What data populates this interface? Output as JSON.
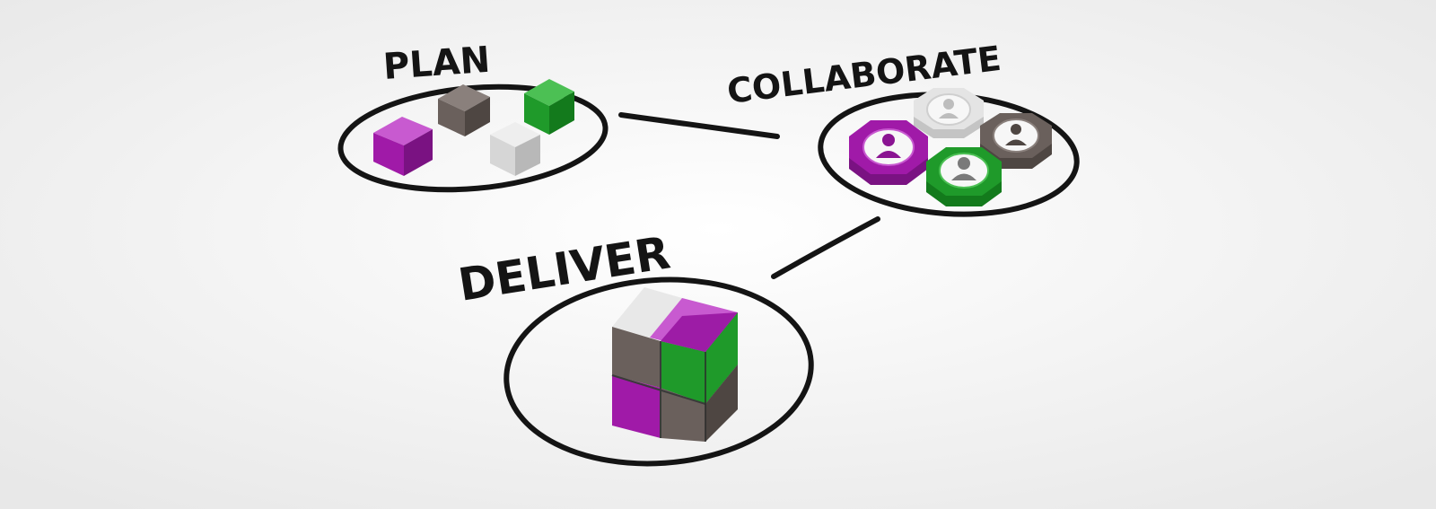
{
  "labels": {
    "plan": "PLAN",
    "collaborate": "COLLABORATE",
    "deliver": "DELIVER"
  },
  "colors": {
    "background": "#f2f2f2",
    "ink": "#141414",
    "purple": "#a01aa8",
    "green": "#1f9a2a",
    "dark_gray": "#6a605c",
    "light_gray": "#d6d6d6"
  },
  "icons": {
    "plan": "cubes-group",
    "collaborate": "person-tokens",
    "deliver": "stacked-cube"
  }
}
